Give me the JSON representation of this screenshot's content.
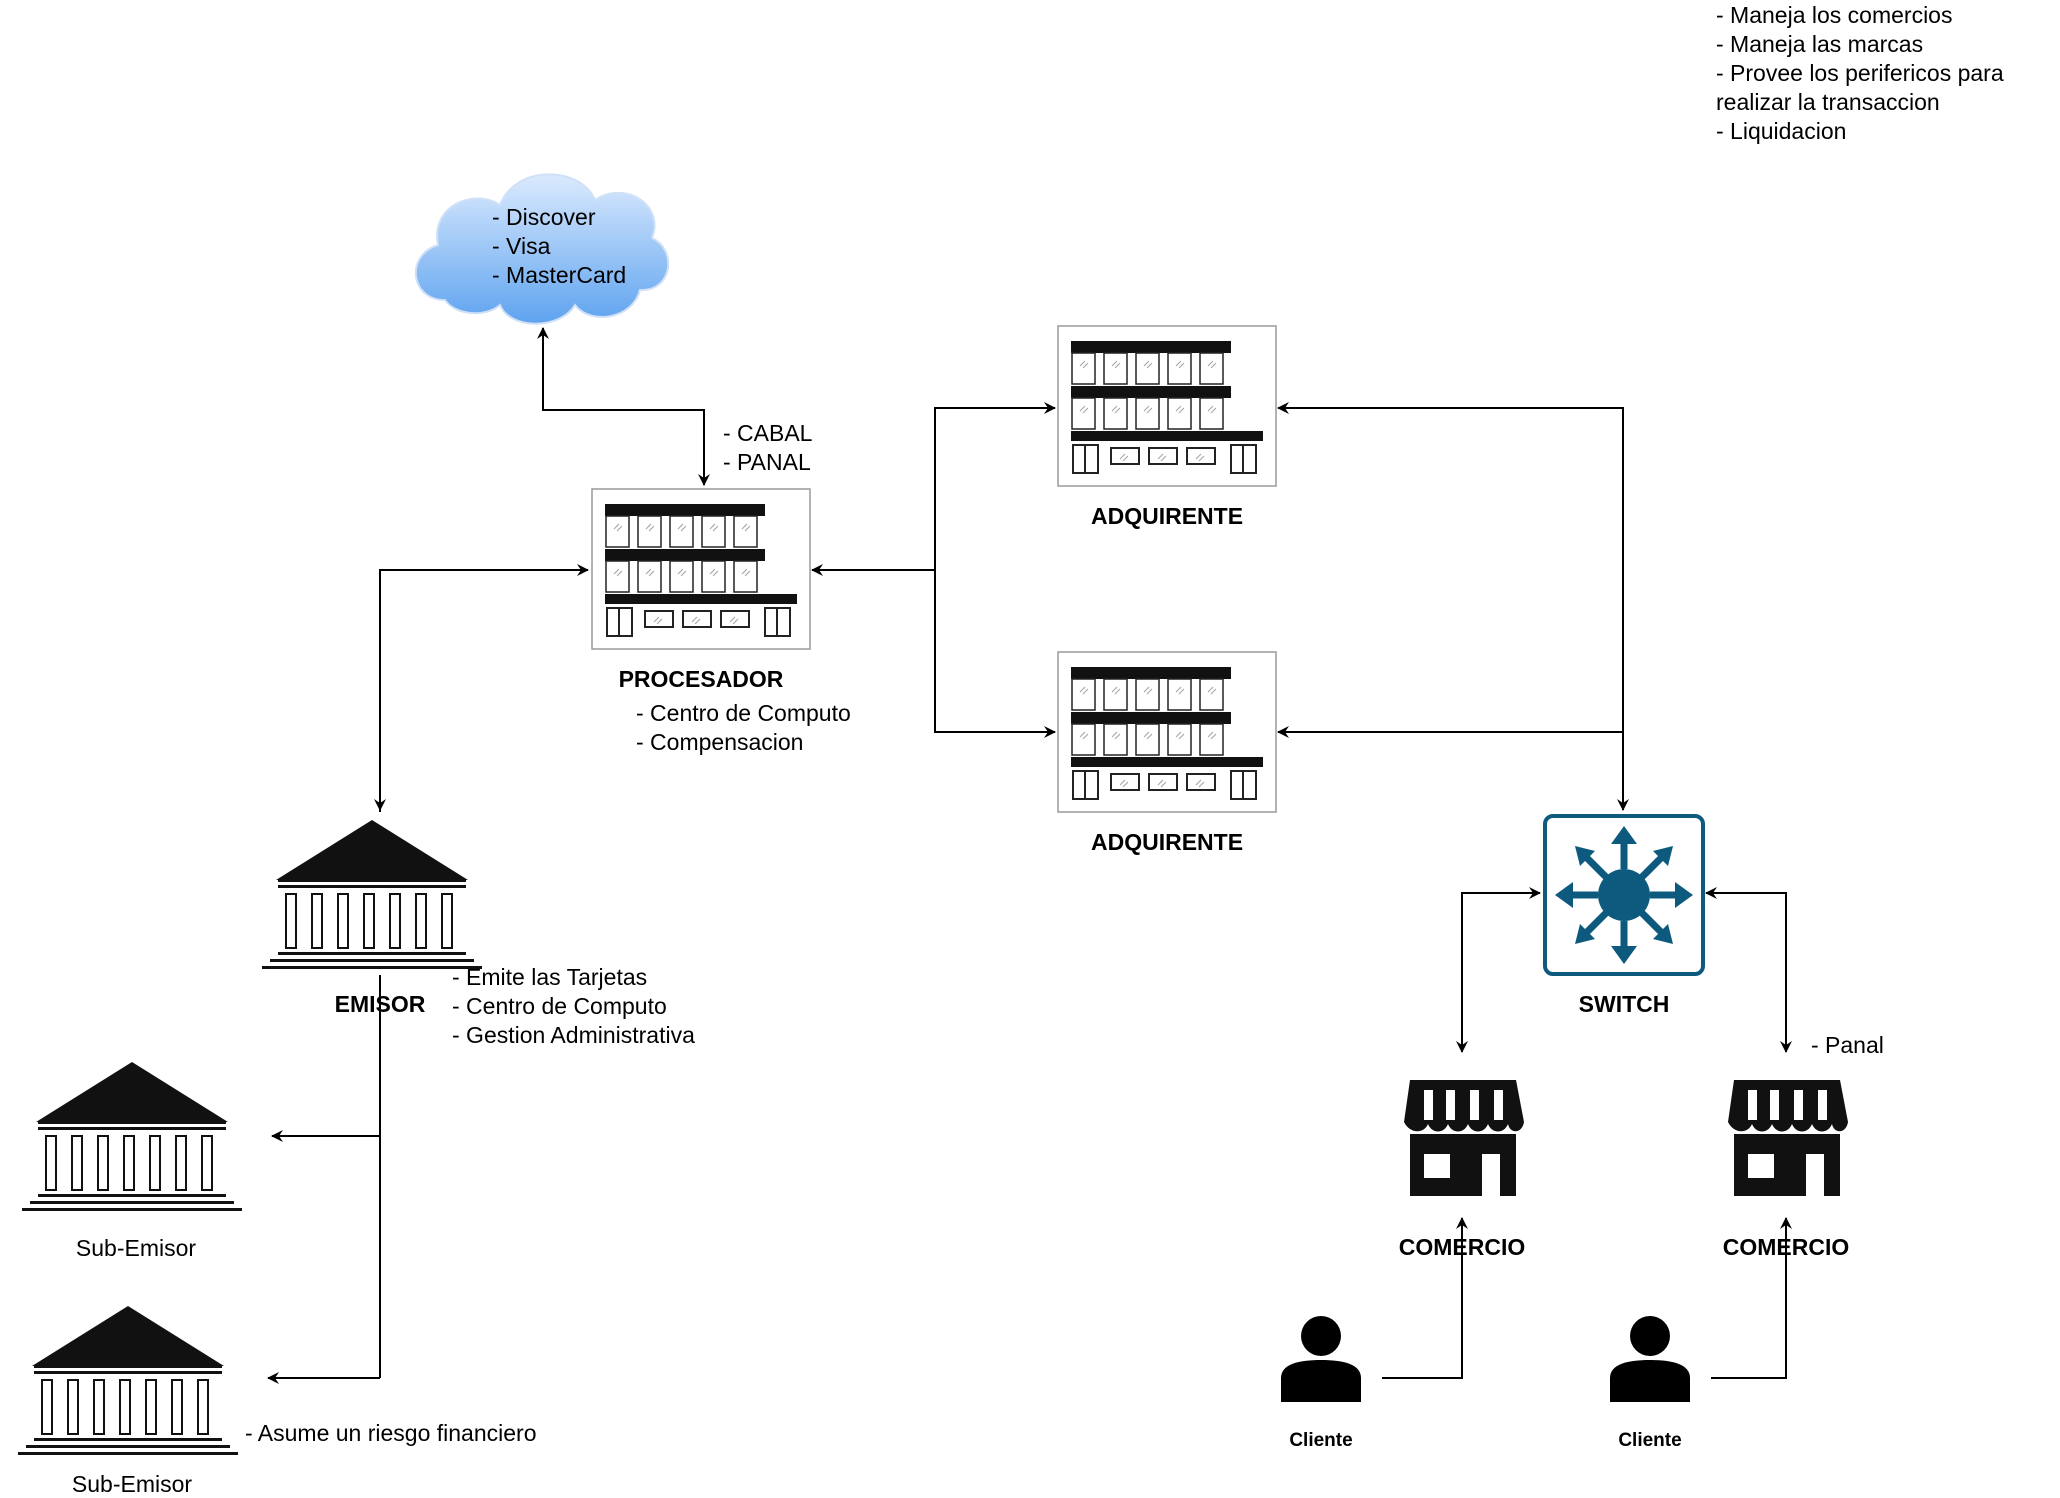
{
  "cloud": {
    "lines": [
      "- Discover",
      "- Visa",
      "- MasterCard"
    ]
  },
  "processor": {
    "label": "PROCESADOR",
    "top_notes": [
      "- CABAL",
      "- PANAL"
    ],
    "notes": [
      "- Centro de Computo",
      "- Compensacion"
    ]
  },
  "acquirers": [
    {
      "label": "ADQUIRENTE"
    },
    {
      "label": "ADQUIRENTE"
    }
  ],
  "acquirer_notes": [
    "- Maneja los comercios",
    "- Maneja las marcas",
    "- Provee los perifericos para",
    "realizar la transaccion",
    "- Liquidacion"
  ],
  "issuer": {
    "label": "EMISOR",
    "notes": [
      "- Emite las Tarjetas",
      "- Centro de Computo",
      "- Gestion Administrativa"
    ]
  },
  "sub_issuers": [
    {
      "label": "Sub-Emisor"
    },
    {
      "label": "Sub-Emisor"
    }
  ],
  "sub_issuer_note": "- Asume un riesgo financiero",
  "switch": {
    "label": "SWITCH"
  },
  "merchants": [
    {
      "label": "COMERCIO"
    },
    {
      "label": "COMERCIO"
    }
  ],
  "merchant_note": "- Panal",
  "clients": [
    {
      "label": "Cliente"
    },
    {
      "label": "Cliente"
    }
  ],
  "colors": {
    "switch": "#0d5a7e",
    "cloud_top": "#dbeafe",
    "cloud_bottom": "#5ea3ef",
    "ink": "#000000"
  }
}
